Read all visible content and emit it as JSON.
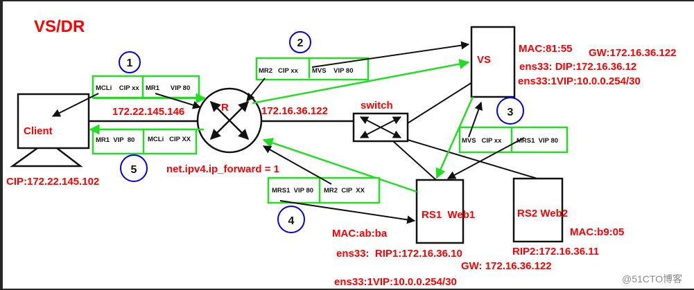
{
  "title": "VS/DR",
  "nodes": {
    "client": "Client",
    "router": "R",
    "switch": "switch",
    "vs": "VS",
    "rs1": "RS1  Web1",
    "rs2": "RS2 Web2"
  },
  "steps": [
    "1",
    "2",
    "3",
    "4",
    "5"
  ],
  "packets": {
    "p1": {
      "left": "MCLi    CIP xx",
      "right": "MR1      VIP 80"
    },
    "p2": {
      "left": "MR2   CIP xx",
      "right": "MVS    VIP 80"
    },
    "p3": {
      "left": "MVS   CIP xx",
      "right": "MRS1  VIP 80"
    },
    "p4": {
      "left": "MRS1  VIP 80",
      "right": "MR2  CIP  XX"
    },
    "p5": {
      "left": "MR1  VIP  80",
      "right": "MCLi   CIP XX"
    }
  },
  "labels": {
    "router_left_ip": "172.22.145.146",
    "router_right_ip": "172.16.36.122",
    "ip_forward": "net.ipv4.ip_forward = 1",
    "client_cip": "CIP:172.22.145.102",
    "vs_mac": "MAC:81:55",
    "vs_gw": "GW:172.16.36.122",
    "vs_dip": "ens33: DIP:172.16.36.12",
    "vs_vip": "ens33:1VIP:10.0.0.254/30",
    "rs1_mac": "MAC:ab:ba",
    "rs1_rip": "ens33:  RIP1:172.16.36.10",
    "rs1_vip": "ens33:1VIP:10.0.0.254/30",
    "rs_gw": "GW: 172.16.36.122",
    "rs2_rip": "RIP2:172.16.36.11",
    "rs2_mac": "MAC:b9:05"
  },
  "watermark": "@51CTO博客",
  "colors": {
    "text_red": "#ff0000",
    "packet_green": "#22dd22",
    "step_blue": "#0000ee",
    "line_black": "#111111"
  }
}
